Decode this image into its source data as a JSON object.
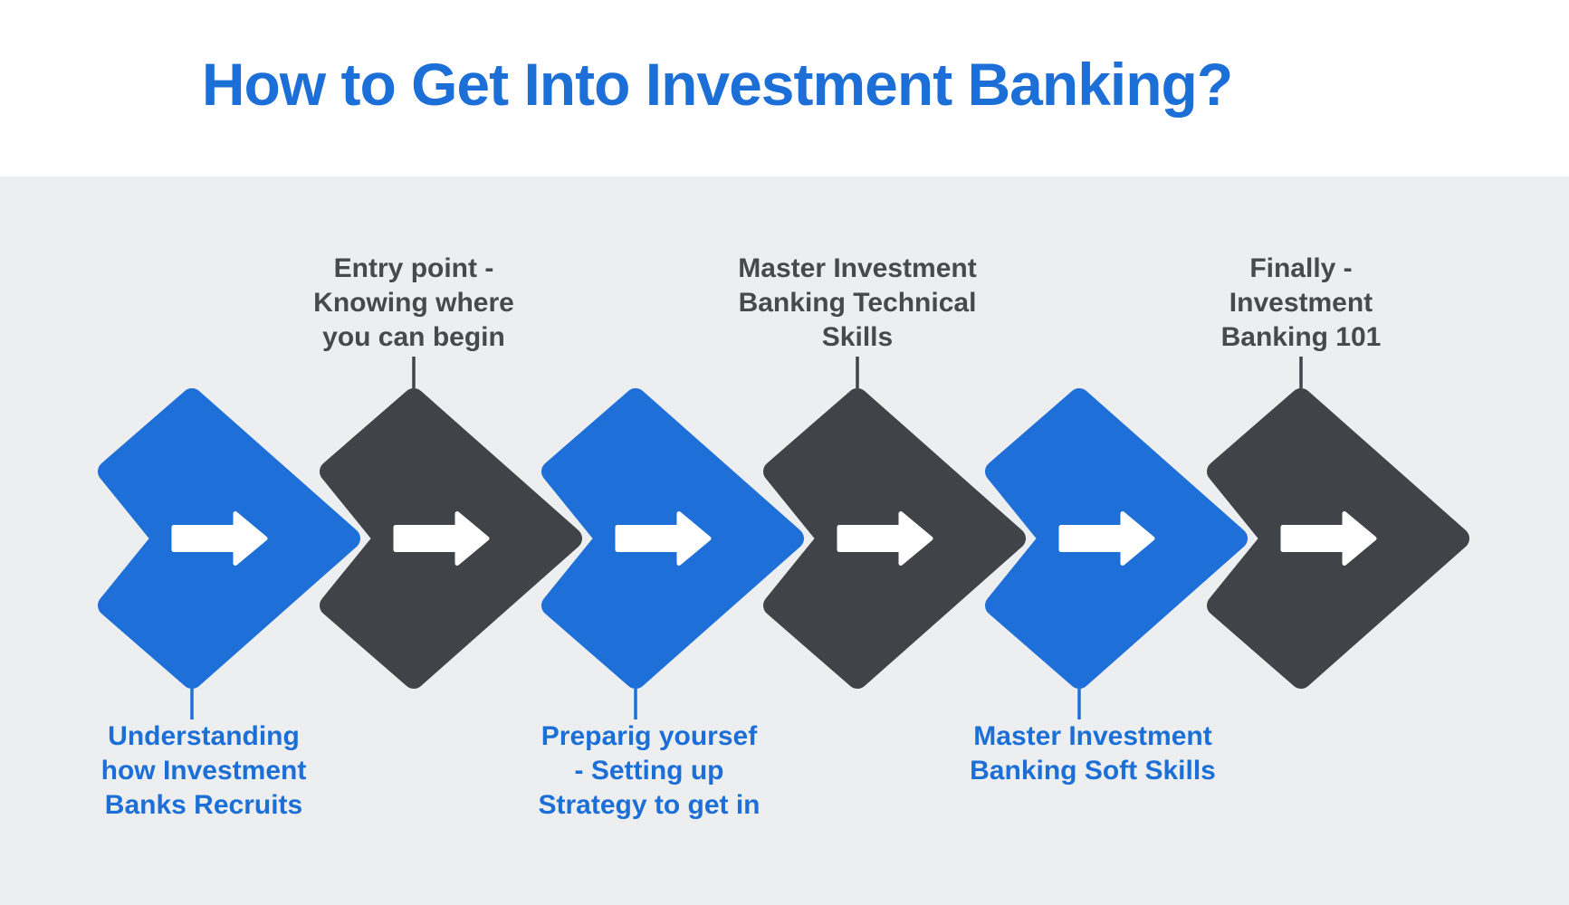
{
  "title": "How to Get Into Investment Banking?",
  "steps": [
    {
      "id": 1,
      "color": "blue",
      "label_position": "bottom",
      "label": "Understanding\nhow Investment\nBanks Recruits"
    },
    {
      "id": 2,
      "color": "dark",
      "label_position": "top",
      "label": "Entry point -\nKnowing where\nyou can begin"
    },
    {
      "id": 3,
      "color": "blue",
      "label_position": "bottom",
      "label": "Preparig yoursef\n- Setting up\nStrategy to get in"
    },
    {
      "id": 4,
      "color": "dark",
      "label_position": "top",
      "label": "Master Investment\nBanking Technical\nSkills"
    },
    {
      "id": 5,
      "color": "blue",
      "label_position": "bottom",
      "label": "Master Investment\nBanking Soft Skills"
    },
    {
      "id": 6,
      "color": "dark",
      "label_position": "top",
      "label": "Finally -\nInvestment\nBanking 101"
    }
  ],
  "icons": [
    "arrow-right-icon"
  ],
  "colors": {
    "accent_blue": "#1e70d8",
    "accent_dark": "#404348",
    "text_blue": "#1c6fd6",
    "text_dark": "#47494d",
    "background": "#eceef0",
    "header_background": "#ffffff",
    "arrow_white": "#ffffff"
  }
}
